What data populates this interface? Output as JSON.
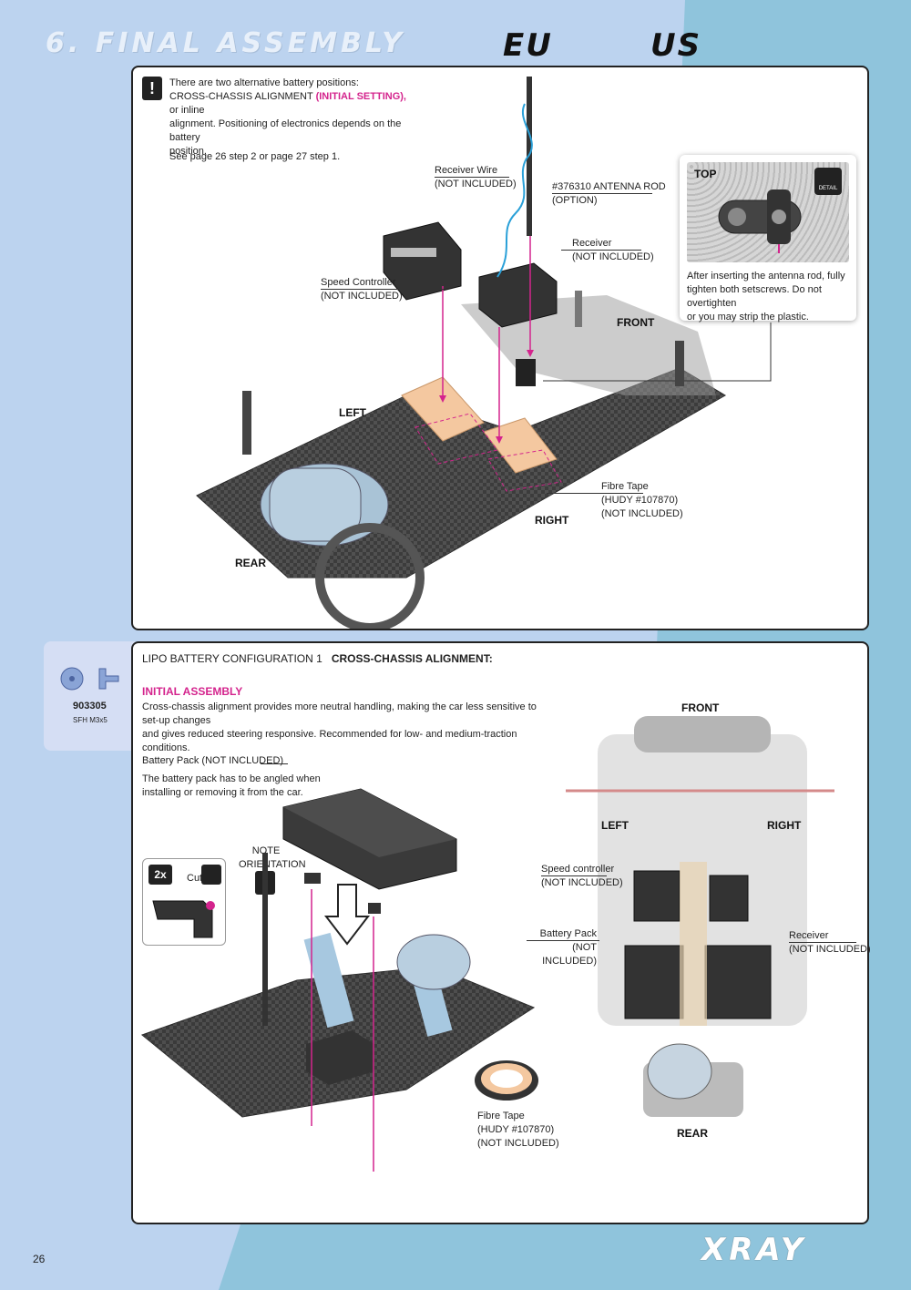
{
  "header": {
    "title": "6. FINAL ASSEMBLY",
    "eu": "EU",
    "us": "US"
  },
  "top_panel": {
    "note_icon": "!",
    "note_line1": "There are two alternative battery positions:",
    "note_line2_a": "CROSS-CHASSIS ALIGNMENT",
    "note_line2_b": "(INITIAL SETTING),",
    "note_line2_c": "or inline",
    "note_line3": "alignment. Positioning of electronics depends on the battery",
    "note_line4": "position.",
    "see_page": "See page 26 step 2 or page 27 step 1.",
    "receiver_wire_1": "Receiver Wire",
    "receiver_wire_2": "(NOT INCLUDED)",
    "antenna_1": "#376310 ANTENNA ROD",
    "antenna_2": "(OPTION)",
    "receiver_1": "Receiver",
    "receiver_2": "(NOT INCLUDED)",
    "speed_controller_1": "Speed Controller",
    "speed_controller_2": "(NOT INCLUDED)",
    "front": "FRONT",
    "left": "LEFT",
    "right": "RIGHT",
    "rear": "REAR",
    "fibre_tape_1": "Fibre Tape",
    "fibre_tape_2": "(HUDY #107870)",
    "fibre_tape_3": "(NOT INCLUDED)",
    "detail": {
      "top_label": "TOP",
      "badge": "DETAIL",
      "text_1": "After inserting the antenna rod, fully",
      "text_2": "tighten both setscrews. Do not overtighten",
      "text_3": "or you may strip the plastic."
    }
  },
  "screw_tab": {
    "part_number": "903305",
    "description": "SFH M3x5"
  },
  "bottom_panel": {
    "config_label": "LIPO BATTERY CONFIGURATION 1",
    "config_bold": "CROSS-CHASSIS ALIGNMENT:",
    "subhead": "INITIAL ASSEMBLY",
    "desc_1": "Cross-chassis alignment provides more neutral handling, making the car less sensitive to set-up changes",
    "desc_2": "and gives reduced steering responsive. Recommended for low- and medium-traction conditions.",
    "battery_pack_label": "Battery Pack (NOT INCLUDED)",
    "battery_note_1": "The battery pack has to be angled when",
    "battery_note_2": "installing or removing it from the car.",
    "note_1": "NOTE",
    "note_2": "ORIENTATION",
    "note_icon": "!",
    "qty": "2x",
    "cut": "Cut",
    "fibre_tape_1": "Fibre Tape",
    "fibre_tape_2": "(HUDY #107870)",
    "fibre_tape_3": "(NOT INCLUDED)",
    "front": "FRONT",
    "left": "LEFT",
    "right": "RIGHT",
    "rear": "REAR",
    "speed_controller_1": "Speed controller",
    "speed_controller_2": "(NOT INCLUDED)",
    "battery_pack_1": "Battery Pack",
    "battery_pack_2": "(NOT INCLUDED)",
    "receiver_1": "Receiver",
    "receiver_2": "(NOT INCLUDED)"
  },
  "footer": {
    "page": "26",
    "brand": "XRAY"
  },
  "colors": {
    "accent_pink": "#d4248d",
    "bg_blue": "#bcd3ef",
    "bg_teal": "#8fc4dc",
    "fibre_tape": "#f4c8a0"
  }
}
